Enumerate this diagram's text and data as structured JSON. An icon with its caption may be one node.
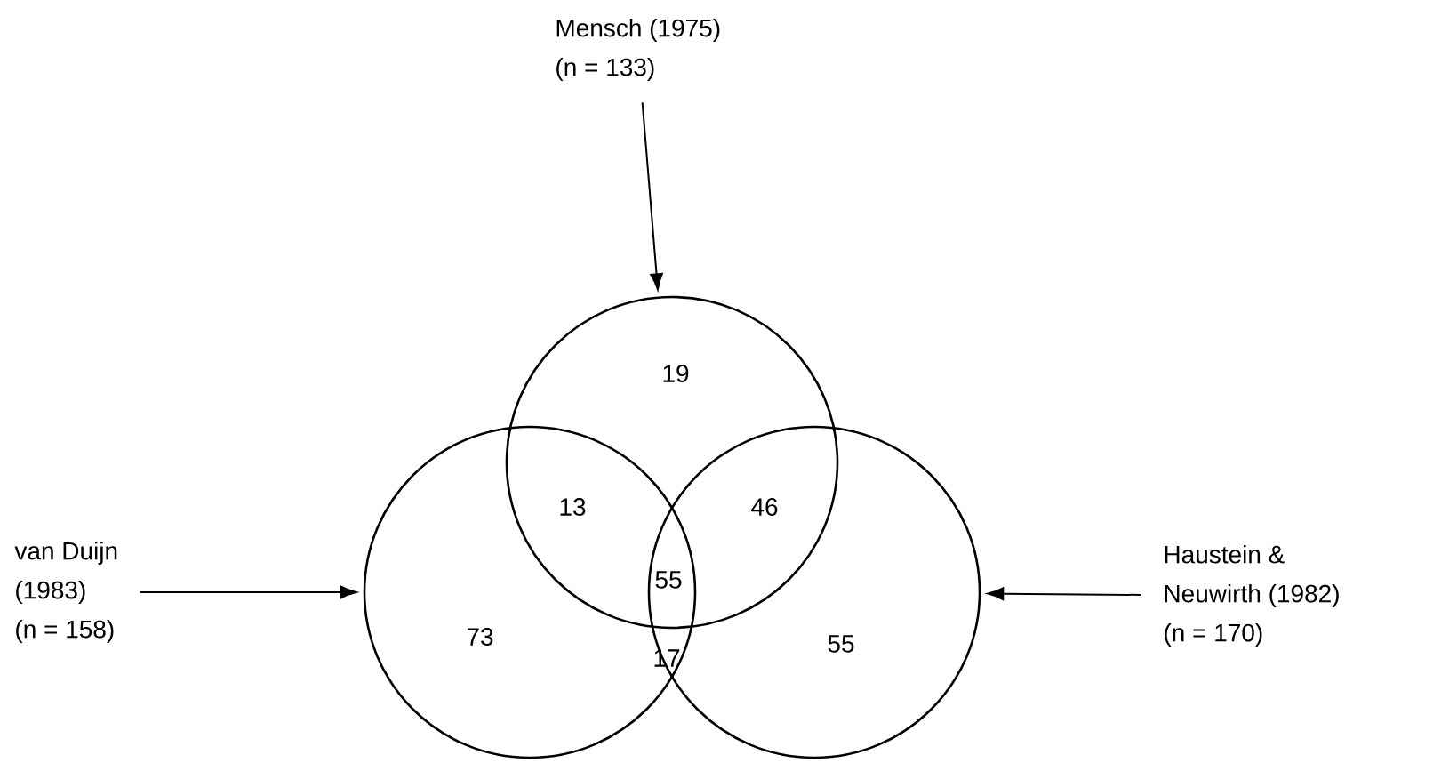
{
  "diagram": {
    "nodes": [
      {
        "text": [
          "Mensch (1975)",
          "(n = 133)"
        ]
      },
      {
        "text": [
          "van Duijn",
          "(1983)",
          "(n = 158)"
        ]
      },
      {
        "text": [
          "Haustein &",
          "Neuwirth (1982)",
          "(n = 170)"
        ]
      },
      {
        "text": [],
        "shape": "circle"
      },
      {
        "text": [],
        "shape": "circle"
      },
      {
        "text": [],
        "shape": "circle"
      }
    ],
    "edges": [
      {
        "from": 0,
        "to": 3,
        "arrow": "to"
      },
      {
        "from": 1,
        "to": 4,
        "arrow": "to"
      },
      {
        "from": 2,
        "to": 5,
        "arrow": "to"
      }
    ],
    "labels": [
      "19",
      "13",
      "46",
      "55",
      "73",
      "17",
      "55"
    ]
  }
}
